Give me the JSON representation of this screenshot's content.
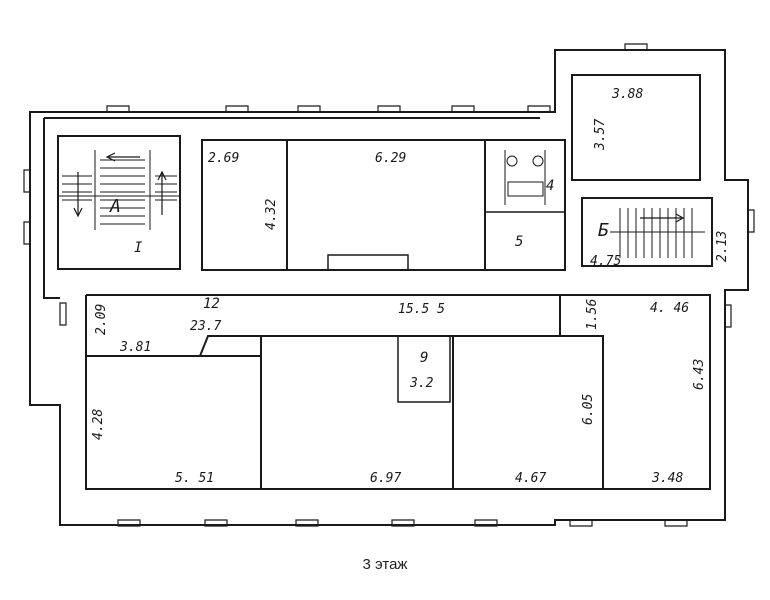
{
  "caption": "3 этаж",
  "stair_labels": {
    "left": "А",
    "right": "Б"
  },
  "room_numbers": {
    "r1": "I",
    "r5": "5",
    "r9": "9",
    "r12": "12",
    "r4": "4"
  },
  "dimensions": {
    "d_2_69": "2.69",
    "d_6_29": "6.29",
    "d_4_32": "4.32",
    "d_3_57": "3.57",
    "d_3_88": "3.88",
    "d_2_13": "2.13",
    "d_4_75": "4.75",
    "d_2_09": "2.09",
    "d_23_7": "23.7",
    "d_15_55": "15.5 5",
    "d_1_56": "1.56",
    "d_4_46": "4. 46",
    "d_3_81": "3.81",
    "d_3_2": "3.2",
    "d_4_28": "4.28",
    "d_6_05": "6.05",
    "d_6_43": "6.43",
    "d_5_51": "5. 51",
    "d_6_97": "6.97",
    "d_4_67": "4.67",
    "d_3_48": "3.48"
  }
}
